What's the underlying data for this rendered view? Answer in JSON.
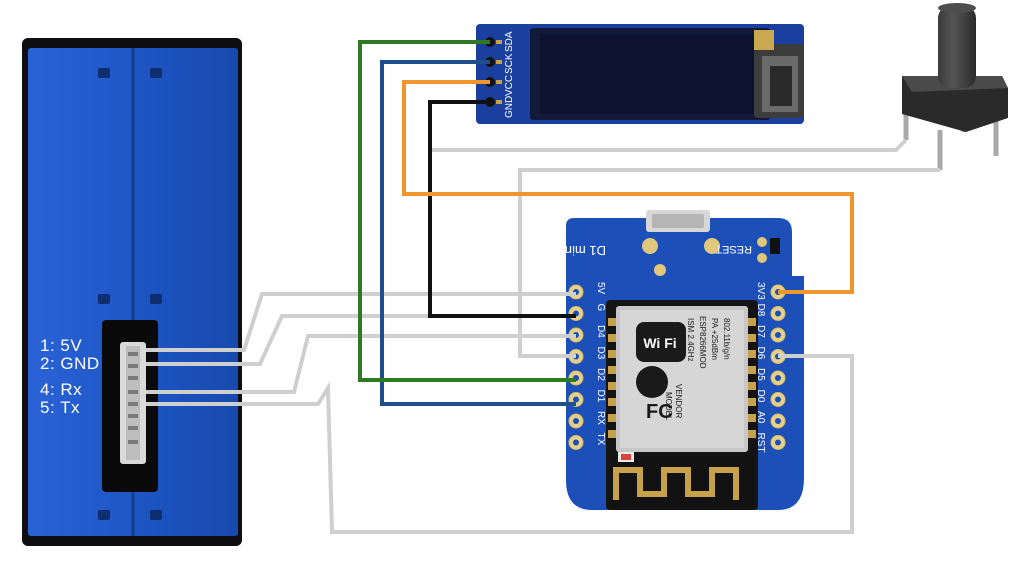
{
  "sensor": {
    "pins": [
      {
        "num": "1:",
        "name": "5V"
      },
      {
        "num": "2:",
        "name": "GND"
      },
      {
        "num": "4:",
        "name": "Rx"
      },
      {
        "num": "5:",
        "name": "Tx"
      }
    ],
    "body_color": "#1f57c8"
  },
  "oled": {
    "pins": [
      "GND",
      "VCC",
      "SCK",
      "SDA"
    ],
    "pcb_color": "#1b3f9e"
  },
  "board": {
    "title": "D1 mini",
    "reset_label": "RESET",
    "left_pins": [
      "5V",
      "G",
      "D4",
      "D3",
      "D2",
      "D1",
      "RX",
      "TX"
    ],
    "right_pins": [
      "3V3",
      "D8",
      "D7",
      "D6",
      "D5",
      "D0",
      "A0",
      "RST"
    ],
    "module": {
      "wifi": "Wi Fi",
      "model": "ESP8266MOD",
      "vendor": "VENDOR",
      "model_line": "MODEL",
      "fc": "FC",
      "spec1": "ISM 2.4GHz",
      "spec2": "PA +25dBm",
      "spec3": "802.11b/g/n"
    }
  },
  "wire_colors": {
    "green": "#2d7a22",
    "blue": "#1f4e8c",
    "orange": "#f0962e",
    "black": "#111111",
    "gray": "#cfcfcf"
  }
}
